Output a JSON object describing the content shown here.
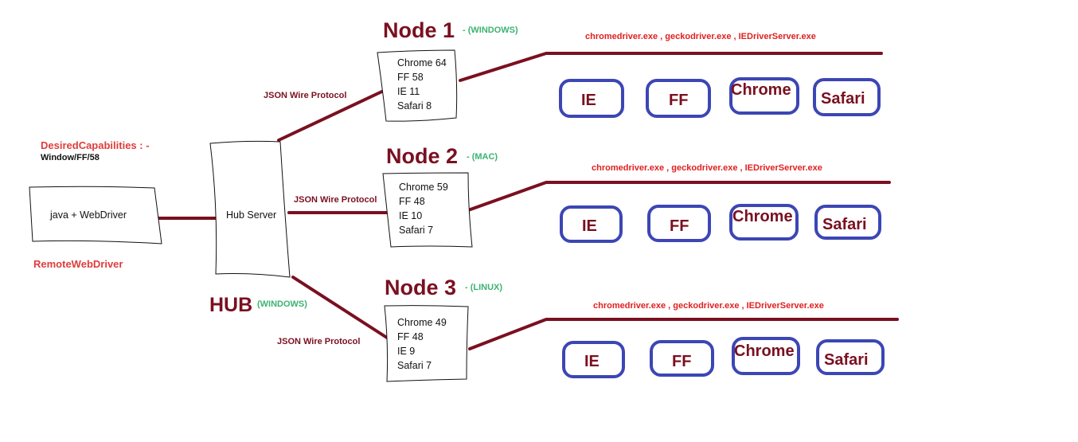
{
  "client": {
    "caps_title": "DesiredCapabilities : -",
    "caps_value": "Window/FF/58",
    "box_label": "java + WebDriver",
    "name": "RemoteWebDriver"
  },
  "hub": {
    "box_label": "Hub Server",
    "title": "HUB",
    "os": "(WINDOWS)"
  },
  "protocol_label": "JSON Wire Protocol",
  "nodes": [
    {
      "title": "Node 1",
      "os": "- (WINDOWS)",
      "versions": [
        "Chrome 64",
        "FF 58",
        "IE 11",
        "Safari 8"
      ],
      "drivers": "chromedriver.exe ,  geckodriver.exe  , IEDriverServer.exe",
      "browsers": [
        "IE",
        "FF",
        "Chrome",
        "Safari"
      ]
    },
    {
      "title": "Node 2",
      "os": "- (MAC)",
      "versions": [
        "Chrome 59",
        "FF 48",
        "IE 10",
        "Safari 7"
      ],
      "drivers": "chromedriver.exe ,  geckodriver.exe  , IEDriverServer.exe",
      "browsers": [
        "IE",
        "FF",
        "Chrome",
        "Safari"
      ]
    },
    {
      "title": "Node 3",
      "os": "- (LINUX)",
      "versions": [
        "Chrome 49",
        "FF 48",
        "IE 9",
        "Safari 7"
      ],
      "drivers": "chromedriver.exe ,  geckodriver.exe  , IEDriverServer.exe",
      "browsers": [
        "IE",
        "FF",
        "Chrome",
        "Safari"
      ]
    }
  ],
  "colors": {
    "line": "#7a1020",
    "browser_border": "#3c46b4",
    "label_red": "#e03c3c",
    "os_green": "#3cb371"
  }
}
